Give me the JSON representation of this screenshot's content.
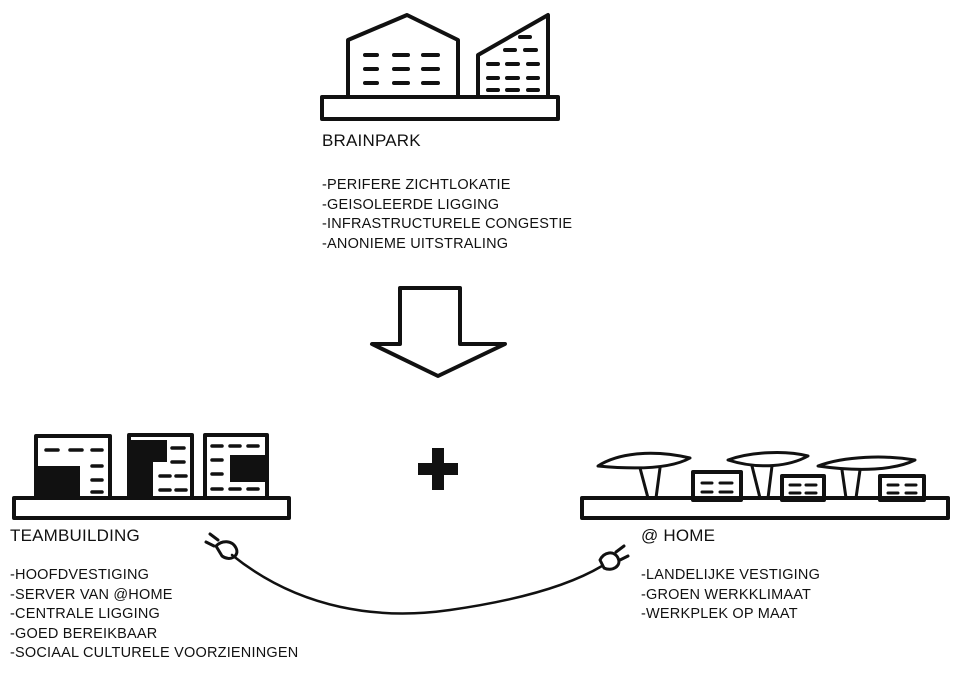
{
  "brainpark": {
    "title": "BRAINPARK",
    "items": [
      "-PERIFERE ZICHTLOKATIE",
      "-GEISOLEERDE LIGGING",
      "-INFRASTRUCTURELE CONGESTIE",
      "-ANONIEME UITSTRALING"
    ]
  },
  "teambuilding": {
    "title": "TEAMBUILDING",
    "items": [
      "-HOOFDVESTIGING",
      "-SERVER VAN @HOME",
      "-CENTRALE LIGGING",
      "-GOED BEREIKBAAR",
      "-SOCIAAL CULTURELE VOORZIENINGEN"
    ]
  },
  "home": {
    "title": "@ HOME",
    "items": [
      "-LANDELIJKE VESTIGING",
      "-GROEN WERKKLIMAAT",
      "-WERKPLEK OP MAAT"
    ]
  },
  "colors": {
    "ink": "#111111",
    "paper": "#ffffff"
  }
}
